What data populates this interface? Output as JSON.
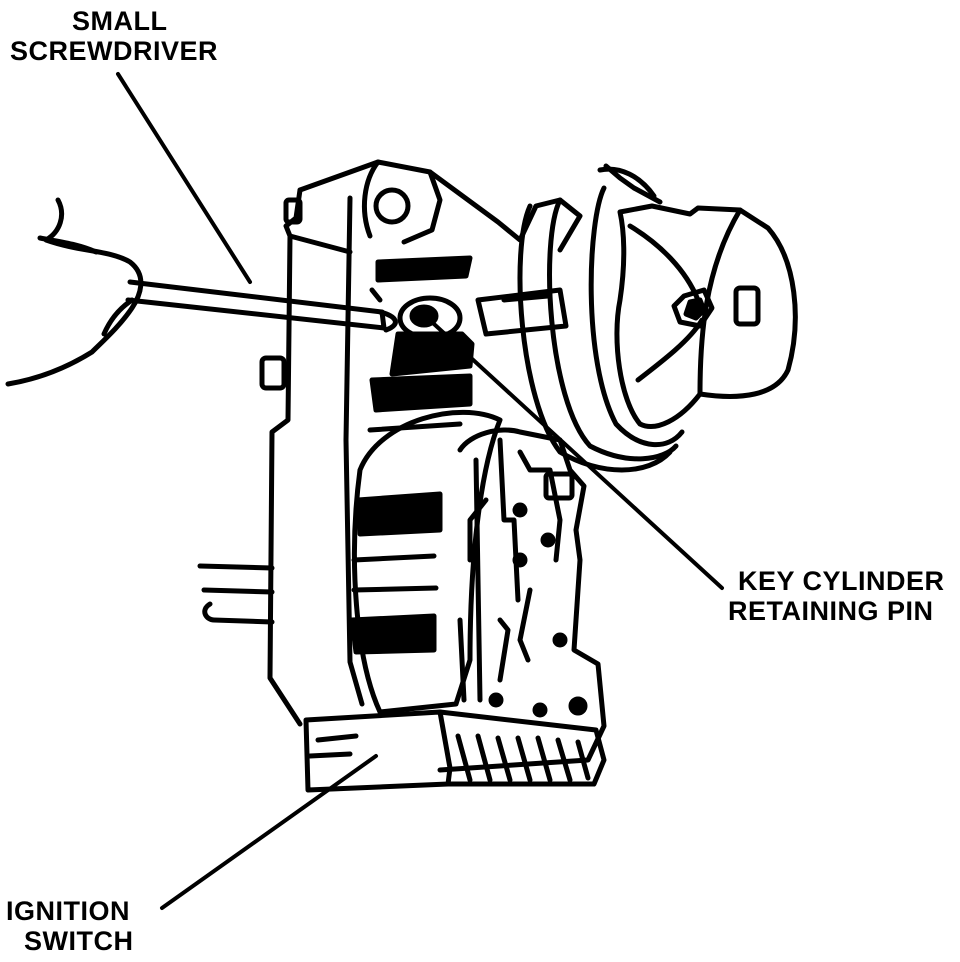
{
  "labels": {
    "screwdriver": {
      "line1": "SMALL",
      "line2": "SCREWDRIVER"
    },
    "pin": {
      "line1": "KEY CYLINDER",
      "line2": "RETAINING PIN"
    },
    "switch": {
      "line1": "IGNITION",
      "line2": "SWITCH"
    }
  },
  "colors": {
    "ink": "#000000",
    "paper": "#ffffff"
  }
}
